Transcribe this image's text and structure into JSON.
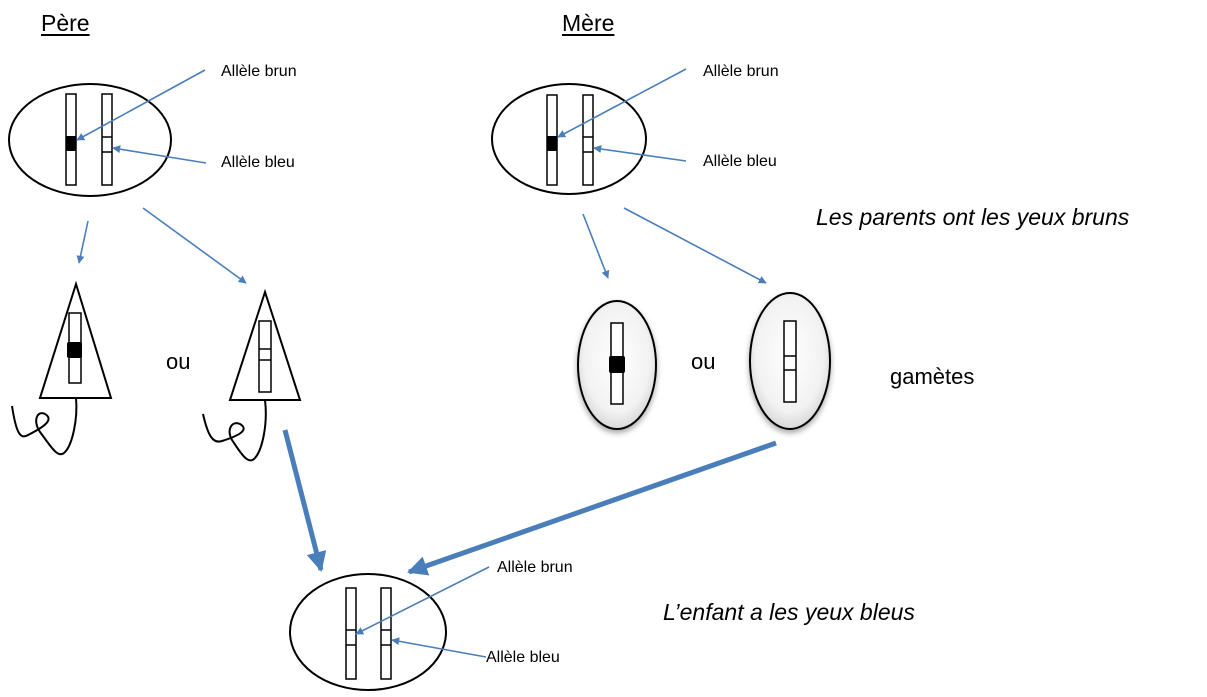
{
  "titles": {
    "father": "Père",
    "mother": "Mère"
  },
  "labels": {
    "father_brown": "Allèle brun",
    "father_blue": "Allèle bleu",
    "mother_brown": "Allèle brun",
    "mother_blue": "Allèle bleu",
    "child_brown": "Allèle brun",
    "child_blue": "Allèle bleu"
  },
  "text": {
    "or_sperm": "ou",
    "or_egg": "ou",
    "gametes": "gamètes",
    "parents_caption": "Les parents ont les yeux bruns",
    "child_caption": "L’enfant a les yeux bleus"
  },
  "colors": {
    "arrow": "#4a7ebb",
    "outline": "#000000",
    "dominant_allele": "#000000"
  }
}
